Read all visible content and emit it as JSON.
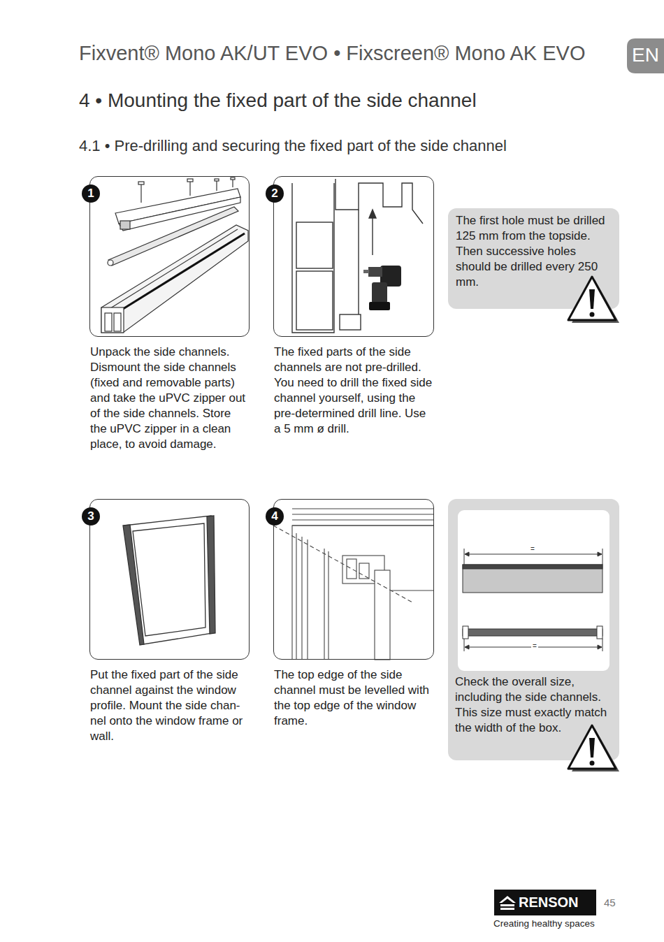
{
  "diagram": {
    "title": "Fixvent® Mono AK/UT EVO • Fixscreen® Mono AK EVO",
    "nodes": [
      {
        "text": [
          "1",
          "Unpack the side channels. Dismount the side channels (fixed and removable parts) and take the uPVC zipper out of the side channels. Store the uPVC zipper in a clean place, to avoid damage."
        ]
      },
      {
        "text": [
          "2",
          "The fixed parts of the side channels are not pre-drilled. You need to drill the fixed side channel yourself, using the pre-determined drill line. Use a 5 mm ø drill."
        ]
      },
      {
        "text": [
          "The first hole must be drilled 125 mm from the topside. Then successive holes should be drilled every 250 mm."
        ]
      },
      {
        "text": [
          "3",
          "Put the fixed part of the side channel against the window profile. Mount the side chan- nel onto the window frame or wall."
        ]
      },
      {
        "text": [
          "4",
          "The top edge of the side channel must be levelled with the top edge of the window frame."
        ]
      },
      {
        "text": [
          "Check the overall size, including the side channels. This size must exactly match the width of the box."
        ]
      }
    ],
    "labels": [
      "EN",
      "4 • Mounting the fixed part of the side channel",
      "4.1 • Pre-drilling and securing the fixed part of the side channel",
      "=",
      "=",
      "RENSON",
      "Creating healthy spaces",
      "45"
    ]
  }
}
